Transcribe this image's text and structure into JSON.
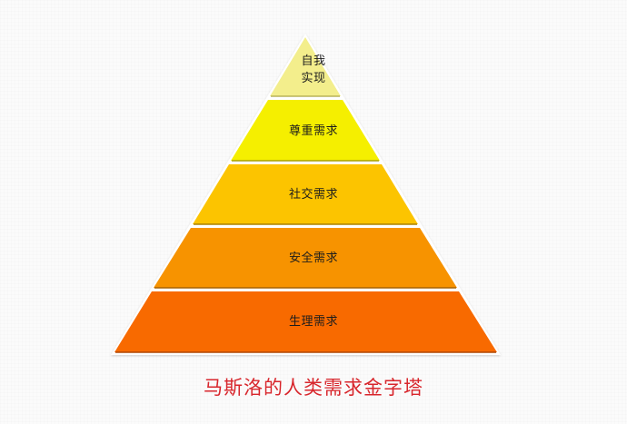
{
  "diagram": {
    "type": "pyramid",
    "title": "马斯洛的人类需求金字塔",
    "title_color": "#d8262c",
    "tiers": [
      {
        "level": 5,
        "label_line1": "自我",
        "label_line2": "实现",
        "label": "自我实现",
        "color": "#f3ee8c"
      },
      {
        "level": 4,
        "label": "尊重需求",
        "color": "#f5ef00"
      },
      {
        "level": 3,
        "label": "社交需求",
        "color": "#fcc400"
      },
      {
        "level": 2,
        "label": "安全需求",
        "color": "#f79300"
      },
      {
        "level": 1,
        "label": "生理需求",
        "color": "#f86a00"
      }
    ]
  }
}
